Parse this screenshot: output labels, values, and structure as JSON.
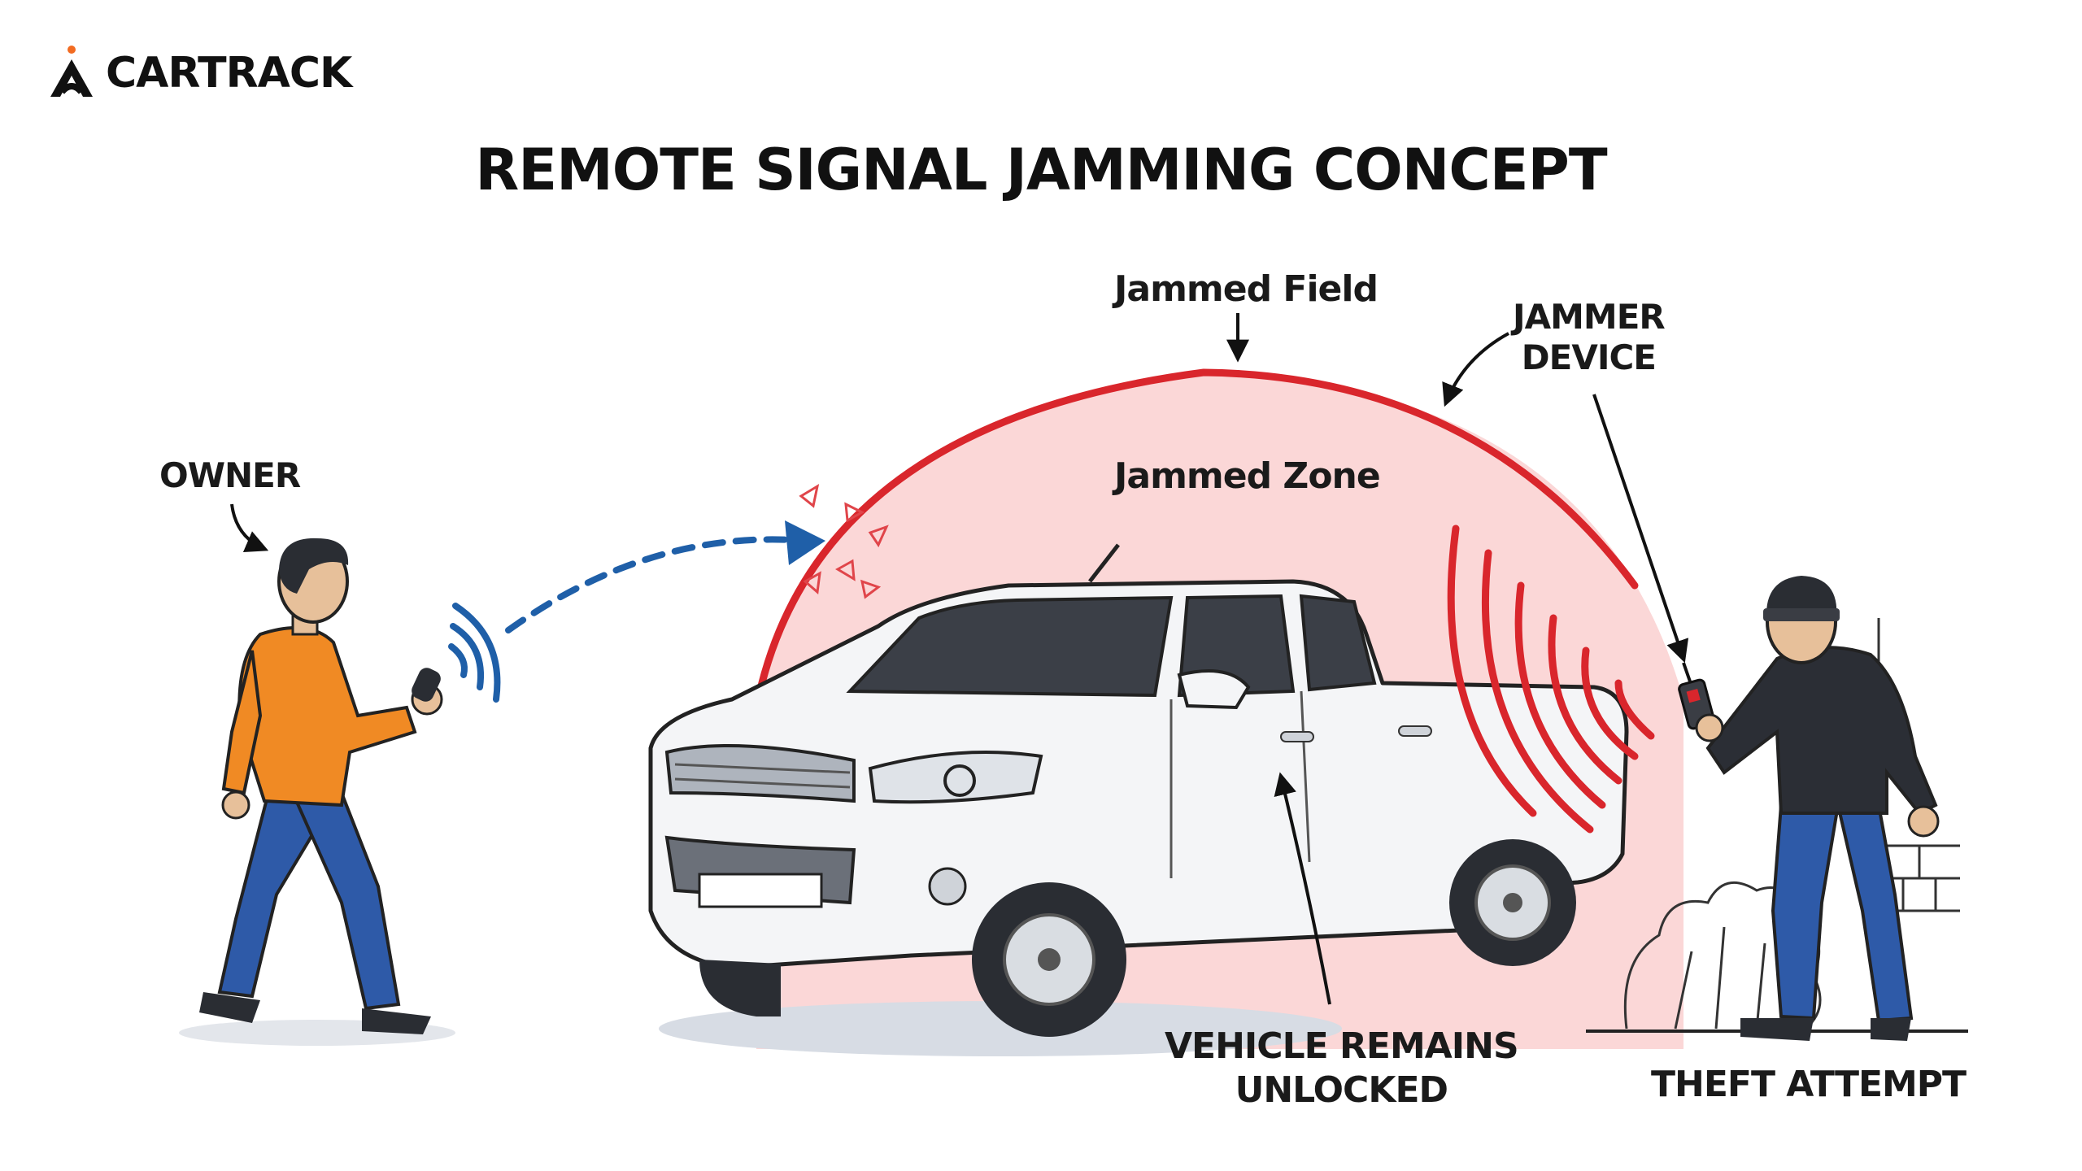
{
  "brand": {
    "name": "CARTRACK",
    "accent_color": "#f26b21",
    "logo_icon": "cartrack-logo-icon"
  },
  "title": "REMOTE SIGNAL JAMMING CONCEPT",
  "labels": {
    "owner": "OWNER",
    "jammed_field": "Jammed Field",
    "jammed_zone": "Jammed Zone",
    "jammer_line1": "JAMMER",
    "jammer_line2": "DEVICE",
    "vehicle_line1": "VEHICLE REMAINS",
    "vehicle_line2": "UNLOCKED",
    "theft": "THEFT ATTEMPT"
  },
  "colors": {
    "jam_field": "#d9262c",
    "jam_zone": "#fbd3d3",
    "signal_blue": "#1f5fa8",
    "owner_shirt": "#f08a24",
    "jeans": "#2e5aa8",
    "thief_top": "#2b2e35",
    "vehicle_body": "#f4f5f7"
  }
}
